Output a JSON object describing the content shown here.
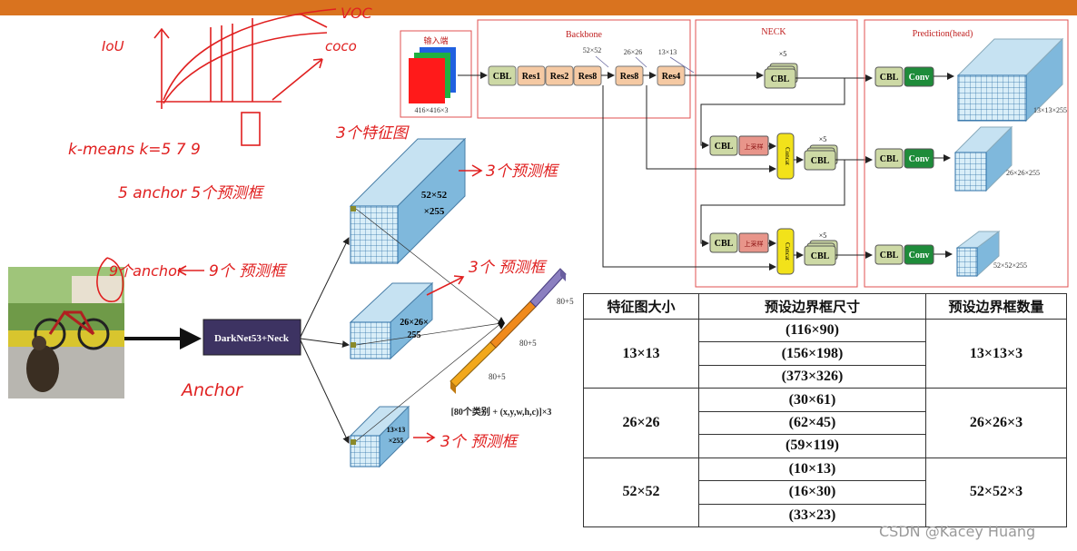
{
  "header": {
    "bar_color": "#d9731f"
  },
  "backbone": {
    "input_label": "输入端",
    "input_size": "416×416×3",
    "title": "Backbone",
    "blocks": [
      "CBL",
      "Res1",
      "Res2",
      "Res8",
      "Res8",
      "Res4"
    ],
    "scales": [
      "52×52",
      "26×26",
      "13×13"
    ]
  },
  "neck": {
    "title": "NECK",
    "cbl": "CBL",
    "x5": "×5",
    "upsample": "上采样",
    "concat": "Concat"
  },
  "head": {
    "title": "Prediction(head)",
    "cbl": "CBL",
    "conv": "Conv",
    "outputs": [
      "13×13×255",
      "26×26×255",
      "52×52×255"
    ]
  },
  "lower_diagram": {
    "darknet": "DarkNet53+Neck",
    "cube_large": [
      "52×52",
      "×255"
    ],
    "cube_mid": [
      "26×26×",
      "255"
    ],
    "cube_small": [
      "13×13",
      "×255"
    ],
    "bar_labels": [
      "80+5",
      "80+5",
      "80+5"
    ],
    "formula": "[80个类别 + (x,y,w,h,c)]×3"
  },
  "handwriting": {
    "voc": "VOC",
    "coco": "coco",
    "iou": "IoU",
    "kmeans": "k-means  k=5  7 9",
    "anchor5": "5 anchor  5个预测框",
    "three_feature": "3个特征图",
    "three_pred_a": "3个预测框",
    "nine_anchor": "9个anchor",
    "nine_pred": "9个 预测框",
    "three_pred_b": "3个 预测框",
    "anchor_word": "Anchor",
    "three_pred_c": "3个 预测框"
  },
  "table": {
    "headers": [
      "特征图大小",
      "预设边界框尺寸",
      "预设边界框数量"
    ],
    "groups": [
      {
        "size": "13×13",
        "anchors": [
          "(116×90)",
          "(156×198)",
          "(373×326)"
        ],
        "count": "13×13×3"
      },
      {
        "size": "26×26",
        "anchors": [
          "(30×61)",
          "(62×45)",
          "(59×119)"
        ],
        "count": "26×26×3"
      },
      {
        "size": "52×52",
        "anchors": [
          "(10×13)",
          "(16×30)",
          "(33×23)"
        ],
        "count": "52×52×3"
      }
    ]
  },
  "watermark": "CSDN @Kacey Huang",
  "colors": {
    "cbl": "#cdd9a5",
    "res": "#f5c9a3",
    "upsample": "#e8958a",
    "concat": "#f2e21a",
    "conv": "#1e8c3a",
    "cube_face": "#c6e2f2",
    "cube_side": "#7fb8dc",
    "handwriting": "#e02020",
    "frame": "#e05050",
    "bar_purple": "#8b7fc0",
    "bar_orange": "#f08a1c",
    "bar_yellow": "#f2a81c"
  }
}
